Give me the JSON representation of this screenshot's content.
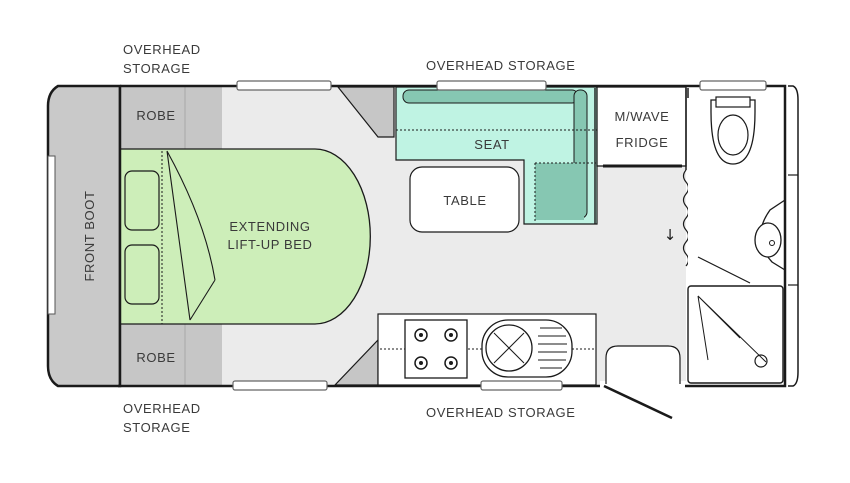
{
  "labels": {
    "overhead_top_left_1": "OVERHEAD",
    "overhead_top_left_2": "STORAGE",
    "overhead_top": "OVERHEAD STORAGE",
    "overhead_bottom_left_1": "OVERHEAD",
    "overhead_bottom_left_2": "STORAGE",
    "overhead_bottom": "OVERHEAD STORAGE",
    "front_boot": "FRONT BOOT",
    "robe_top": "ROBE",
    "robe_bottom": "ROBE",
    "bed_1": "EXTENDING",
    "bed_2": "LIFT-UP BED",
    "seat": "SEAT",
    "table": "TABLE",
    "mwave_1": "M/WAVE",
    "mwave_2": "FRIDGE",
    "arrow": "↓"
  },
  "colors": {
    "outline": "#1a1a1a",
    "floor": "#ebebeb",
    "cabinet": "#c6c6c6",
    "bed": "#cdeeb9",
    "seat": "#bff3e3",
    "seat_dark": "#86c7b2",
    "white": "#ffffff"
  }
}
